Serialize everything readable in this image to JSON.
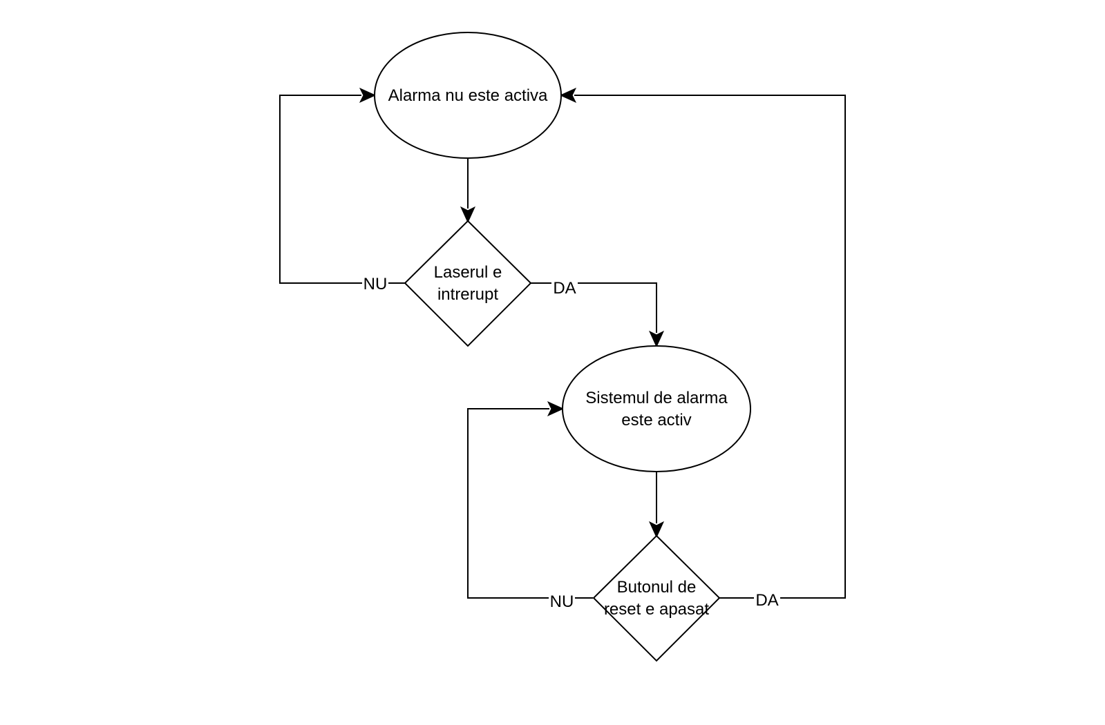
{
  "nodes": {
    "start_state": {
      "label": "Alarma nu este activa",
      "shape": "ellipse"
    },
    "laser_check": {
      "lines": [
        "Laserul e",
        "intrerupt"
      ],
      "shape": "diamond"
    },
    "alarm_active": {
      "lines": [
        "Sistemul de alarma",
        "este activ"
      ],
      "shape": "ellipse"
    },
    "reset_check": {
      "lines": [
        "Butonul de",
        "reset e apasat"
      ],
      "shape": "diamond"
    }
  },
  "edges": {
    "laser_no": {
      "from": "laser_check",
      "to": "start_state",
      "label": "NU"
    },
    "laser_yes": {
      "from": "laser_check",
      "to": "alarm_active",
      "label": "DA"
    },
    "reset_no": {
      "from": "reset_check",
      "to": "alarm_active",
      "label": "NU"
    },
    "reset_yes": {
      "from": "reset_check",
      "to": "start_state",
      "label": "DA"
    },
    "start_to_laser": {
      "from": "start_state",
      "to": "laser_check",
      "label": ""
    },
    "alarm_to_reset": {
      "from": "alarm_active",
      "to": "reset_check",
      "label": ""
    }
  },
  "colors": {
    "stroke": "#000000",
    "background": "#ffffff"
  }
}
